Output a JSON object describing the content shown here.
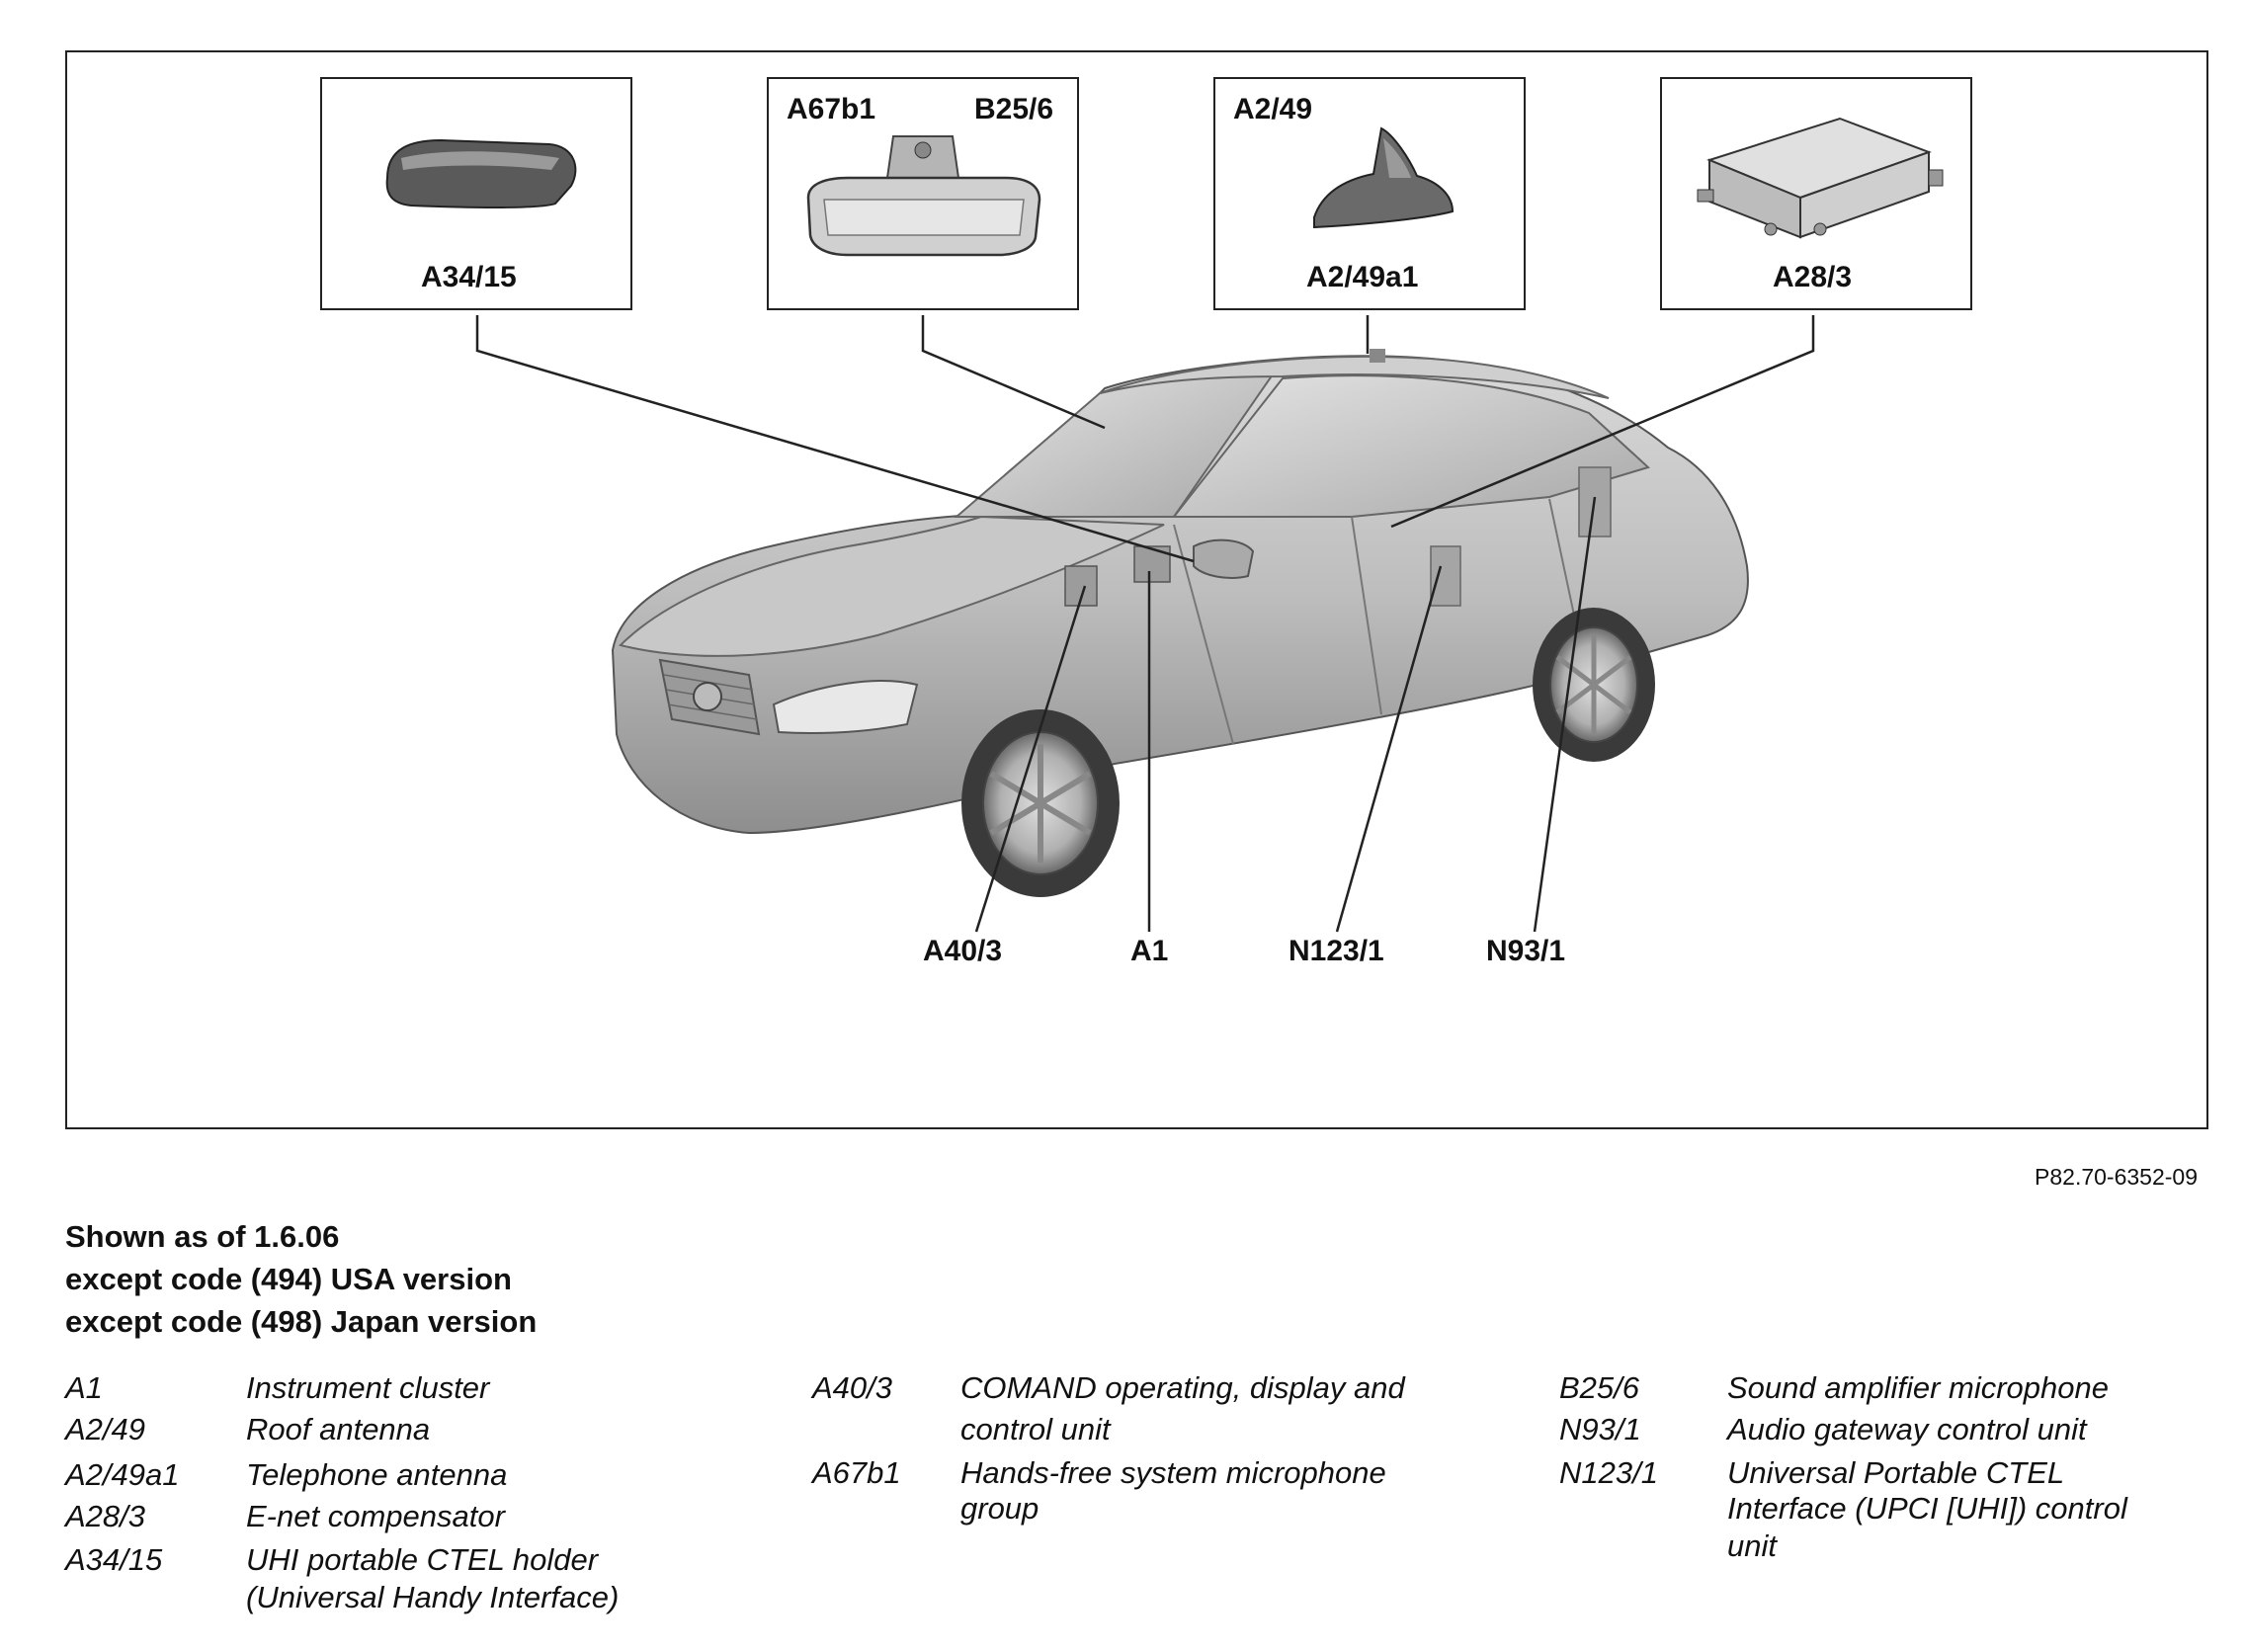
{
  "boxes": {
    "a34_15": {
      "label": "A34/15"
    },
    "mirror": {
      "label_left": "A67b1",
      "label_right": "B25/6"
    },
    "antenna": {
      "label_top": "A2/49",
      "label_bottom": "A2/49a1"
    },
    "a28_3": {
      "label": "A28/3"
    }
  },
  "callouts": {
    "a40_3": "A40/3",
    "a1": "A1",
    "n123_1": "N123/1",
    "n93_1": "N93/1"
  },
  "reference": "P82.70-6352-09",
  "notes": [
    "Shown as of 1.6.06",
    "except code (494) USA version",
    "except code (498) Japan version"
  ],
  "legend": {
    "col1": [
      {
        "code": "A1",
        "desc": "Instrument cluster"
      },
      {
        "code": "A2/49",
        "desc": "Roof antenna"
      },
      {
        "code": "A2/49a1",
        "desc": "Telephone antenna"
      },
      {
        "code": "A28/3",
        "desc": "E-net compensator"
      },
      {
        "code": "A34/15",
        "desc_line1": "UHI portable CTEL holder",
        "desc_line2": "(Universal Handy Interface)"
      }
    ],
    "col2": [
      {
        "code": "A40/3",
        "desc_line1": "COMAND operating, display and",
        "desc_line2": "control unit"
      },
      {
        "code": "A67b1",
        "desc_line1": "Hands-free system microphone",
        "desc_line2": "group"
      }
    ],
    "col3": [
      {
        "code": "B25/6",
        "desc": "Sound amplifier microphone"
      },
      {
        "code": "N93/1",
        "desc": "Audio gateway control unit"
      },
      {
        "code": "N123/1",
        "desc_line1": "Universal Portable CTEL",
        "desc_line2": "Interface (UPCI [UHI]) control",
        "desc_line3": "unit"
      }
    ]
  }
}
